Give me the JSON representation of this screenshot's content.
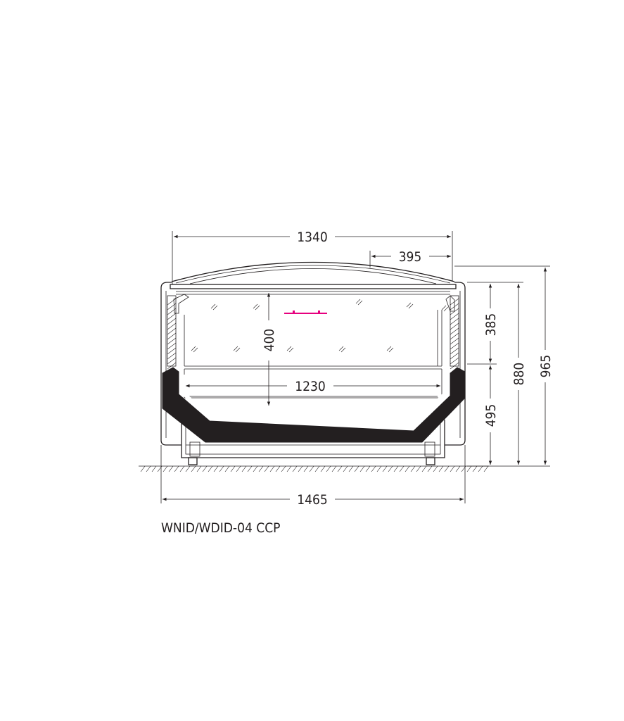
{
  "model": "WNID/WDID-04 CCP",
  "dimensions": {
    "top_width": "1340",
    "lid_offset": "395",
    "inner_height": "400",
    "inner_width": "1230",
    "overall_width": "1465",
    "upper_height": "385",
    "lower_height": "495",
    "body_height": "880",
    "total_height": "965"
  },
  "colors": {
    "line": "#231f20",
    "accent": "#e6007e",
    "fill": "#231f20"
  }
}
